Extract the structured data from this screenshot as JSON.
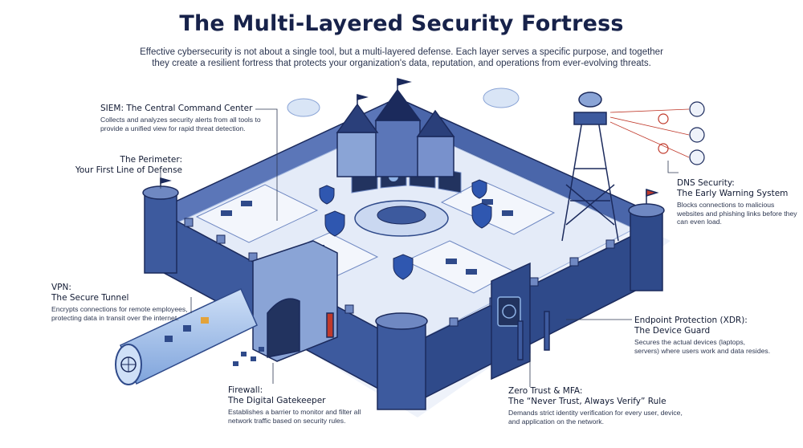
{
  "title": "The Multi-Layered Security Fortress",
  "subtitle": "Effective cybersecurity is not about a single tool, but a multi-layered defense. Each layer serves a specific purpose, and together they create a resilient fortress that protects your organization's data, reputation, and operations from ever-evolving threats.",
  "colors": {
    "navy": "#1b2a5c",
    "wall": "#3d5a9e",
    "wallLight": "#8aa4d6",
    "floor": "#e7edf8",
    "accentRed": "#c0392b",
    "tunnel": "#8fb3e6"
  },
  "labels": {
    "siem": {
      "heading": "SIEM: The Central Command Center",
      "desc": "Collects and analyzes security alerts from all tools to provide a unified view for rapid threat detection."
    },
    "perimeter": {
      "heading1": "The Perimeter:",
      "heading2": "Your First Line of Defense"
    },
    "vpn": {
      "heading1": "VPN:",
      "heading2": "The Secure Tunnel",
      "desc": "Encrypts connections for remote employees, protecting data in transit over the internet."
    },
    "firewall": {
      "heading1": "Firewall:",
      "heading2": "The Digital Gatekeeper",
      "desc": "Establishes a barrier to monitor and filter all network traffic based on security rules."
    },
    "dns": {
      "heading1": "DNS Security:",
      "heading2": "The Early Warning System",
      "desc": "Blocks connections to malicious websites and phishing links before they can even load."
    },
    "edr": {
      "heading1": "Endpoint Protection (XDR):",
      "heading2": "The Device Guard",
      "desc": "Secures the actual devices (laptops, servers) where users work and data resides."
    },
    "zerotrust": {
      "heading1": "Zero Trust & MFA:",
      "heading2": "The “Never Trust, Always Verify” Rule",
      "desc": "Demands strict identity verification for every user, device, and application on the network."
    }
  }
}
